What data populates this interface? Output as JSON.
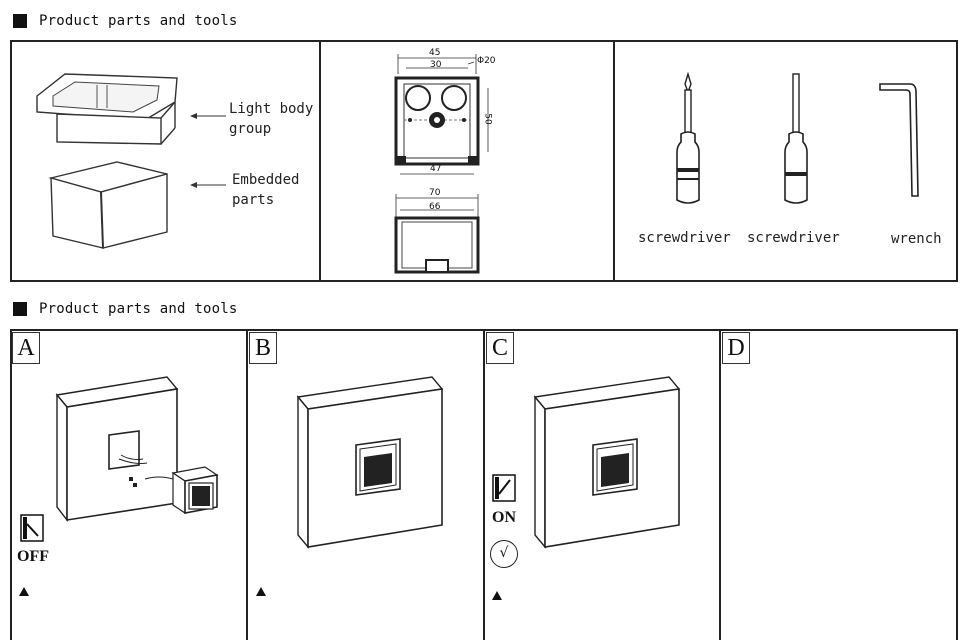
{
  "sections": [
    {
      "title": "Product parts and tools"
    },
    {
      "title": "Product parts and tools"
    }
  ],
  "parts": {
    "light_body_label": [
      "Light body",
      "group"
    ],
    "embedded_label": [
      "Embedded",
      "parts"
    ]
  },
  "dimensions": {
    "top": [
      "45",
      "30",
      "Φ20",
      "50",
      "47"
    ],
    "bottom": [
      "70",
      "66"
    ]
  },
  "tools": [
    {
      "label": "screwdriver"
    },
    {
      "label": "screwdriver"
    },
    {
      "label": "wrench"
    }
  ],
  "steps": [
    {
      "letter": "A",
      "switch": "OFF"
    },
    {
      "letter": "B"
    },
    {
      "letter": "C",
      "switch": "ON",
      "check": "√"
    },
    {
      "letter": "D"
    }
  ]
}
